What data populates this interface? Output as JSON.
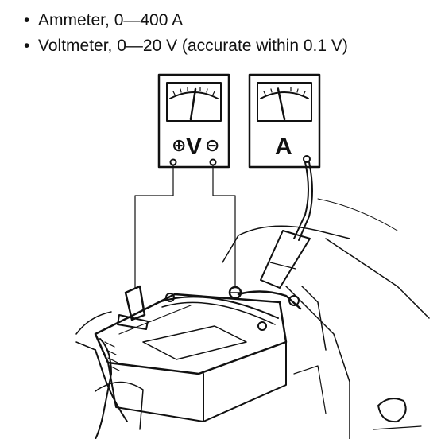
{
  "bullets": [
    {
      "text": "Ammeter, 0—400 A"
    },
    {
      "text": "Voltmeter, 0—20 V (accurate within 0.1 V)"
    }
  ],
  "voltmeter": {
    "letter": "V",
    "plus": "⊕",
    "minus": "⊖"
  },
  "ammeter": {
    "letter": "A"
  }
}
